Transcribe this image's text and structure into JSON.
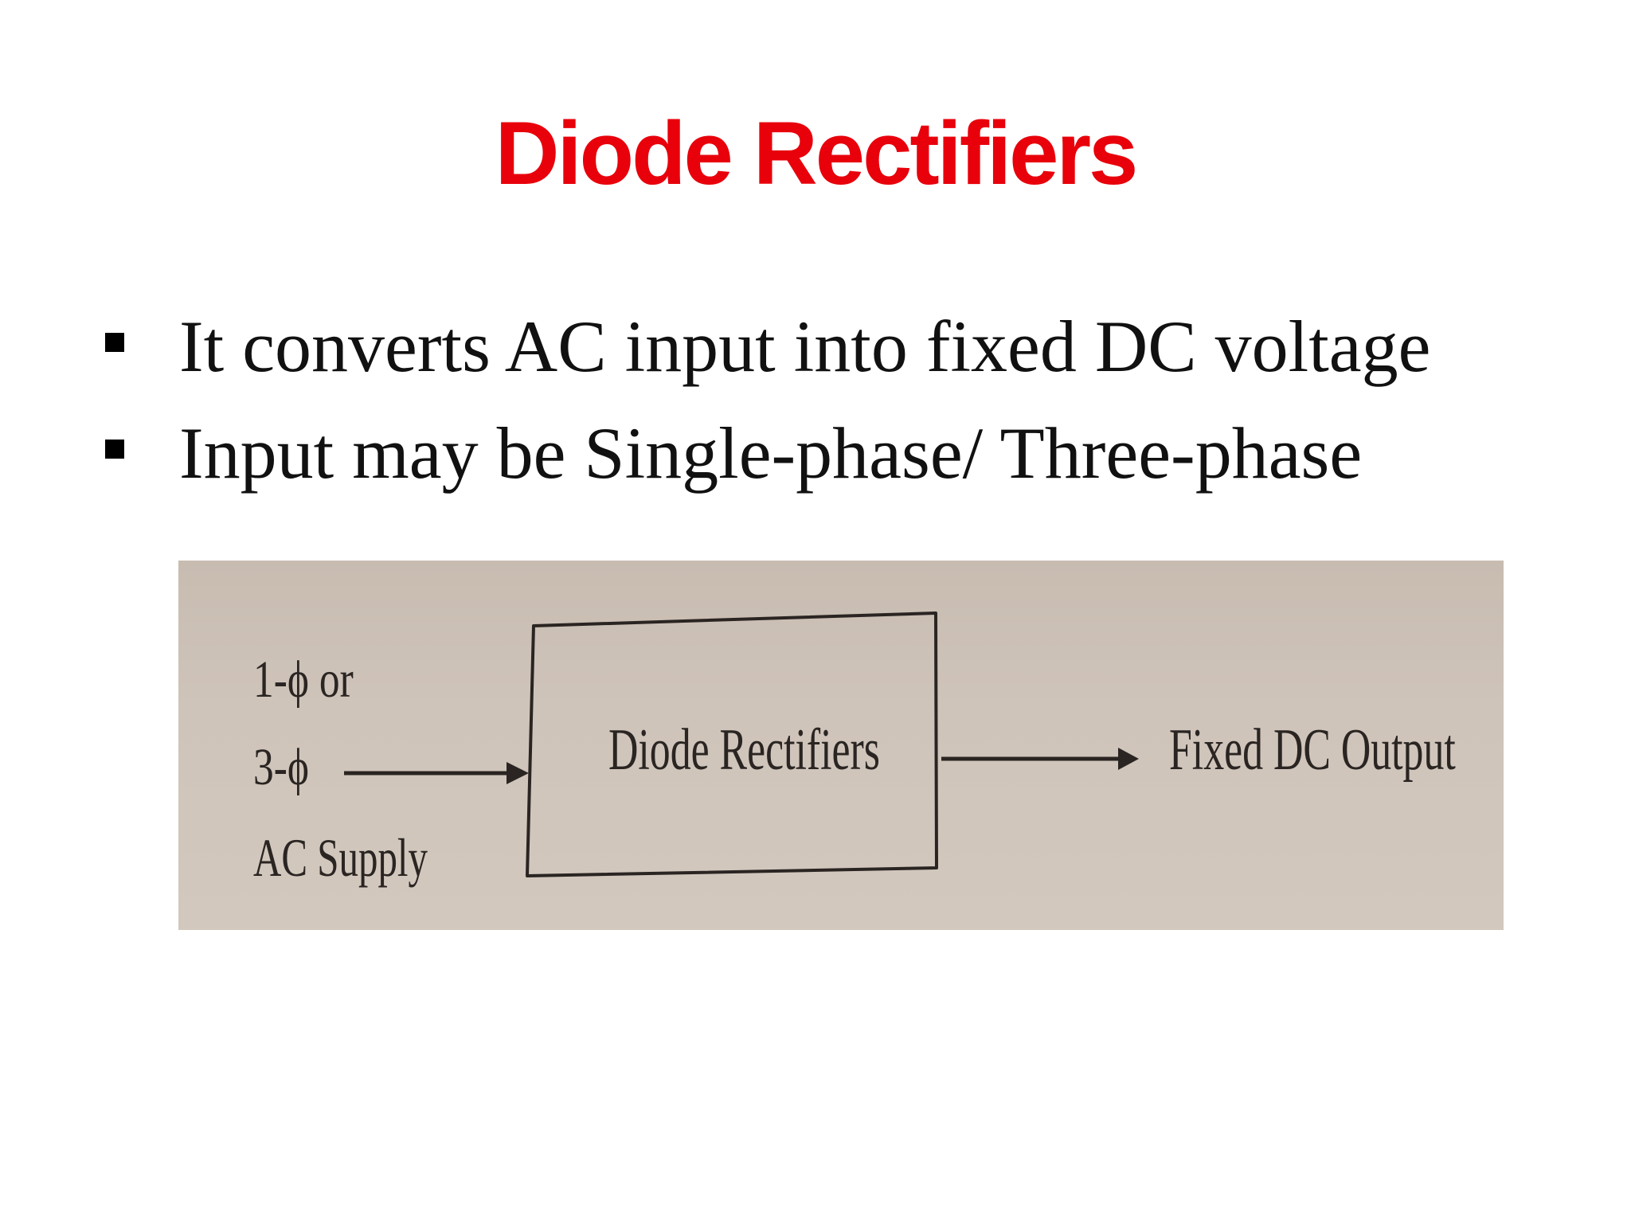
{
  "title": "Diode Rectifiers",
  "colors": {
    "title": "#e8000b",
    "text": "#111111",
    "diagram_ink": "#2a2522",
    "diagram_paper": "#cfc4ba"
  },
  "bullets": [
    "It converts AC input into fixed DC voltage",
    "Input may be Single-phase/ Three-phase"
  ],
  "diagram": {
    "input": {
      "line1": "1-ϕ or",
      "line2": "3-ϕ",
      "line3": "AC Supply"
    },
    "block_label": "Diode Rectifiers",
    "output_label": "Fixed DC Output"
  }
}
